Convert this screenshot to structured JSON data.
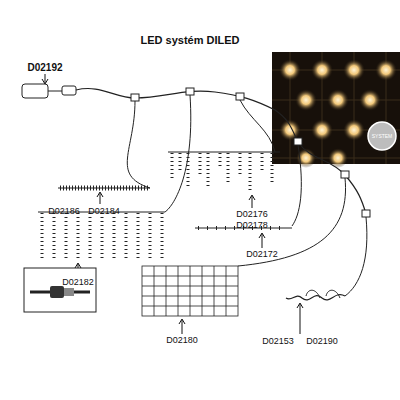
{
  "diagram": {
    "title": "LED systém DILED",
    "labels": [
      "D02192",
      "D02186",
      "D02184",
      "D02182",
      "D02176",
      "D02178",
      "D02172",
      "D02180",
      "D02153",
      "D02190",
      "SYSTEM"
    ]
  }
}
